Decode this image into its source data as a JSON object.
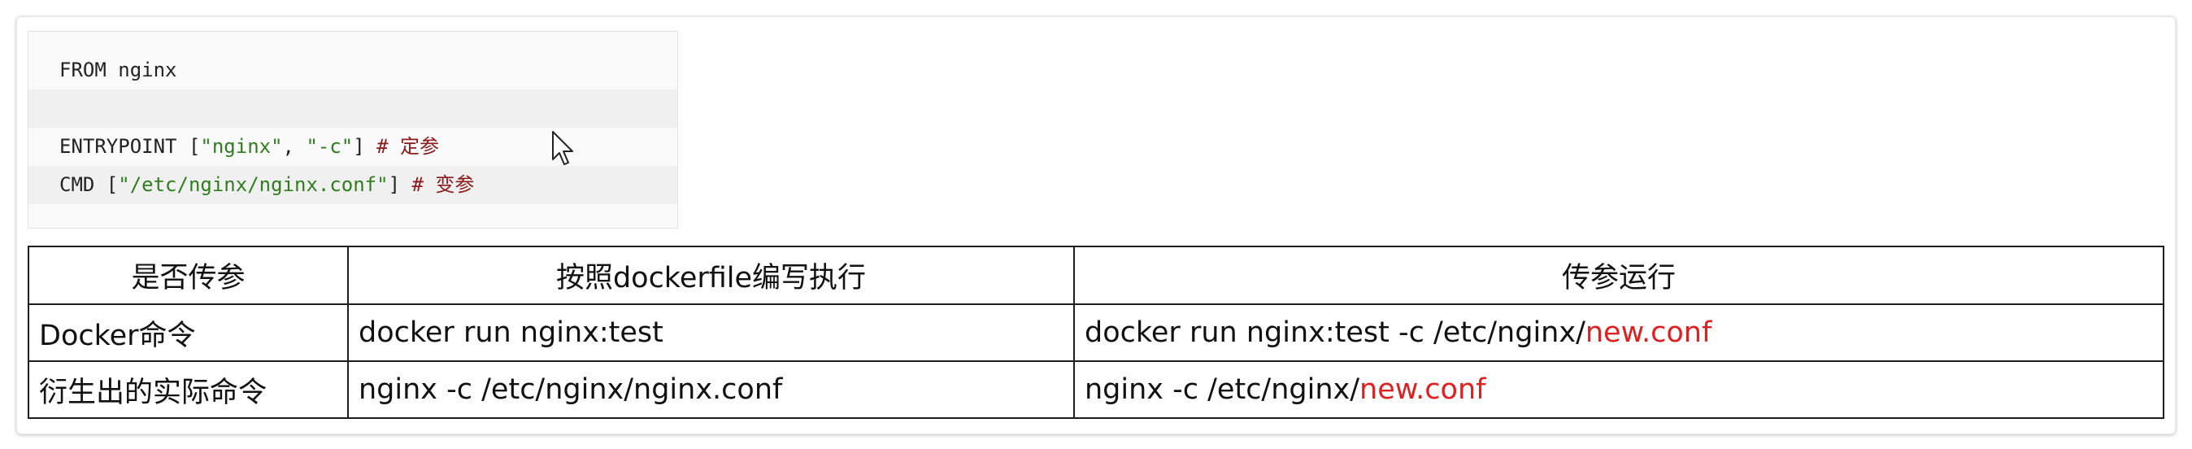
{
  "code": {
    "lines": [
      {
        "plain": "FROM nginx",
        "shaded": false
      },
      {
        "plain": "",
        "shaded": true
      },
      {
        "prefix": "ENTRYPOINT [",
        "s1": "\"nginx\"",
        "mid": ", ",
        "s2": "\"-c\"",
        "suffix": "] ",
        "comment": "# 定参",
        "shaded": false
      },
      {
        "prefix": "CMD [",
        "s1": "\"/etc/nginx/nginx.conf\"",
        "suffix": "] ",
        "comment": "# 变参",
        "shaded": true
      }
    ]
  },
  "table": {
    "headers": [
      "是否传参",
      "按照dockerfile编写执行",
      "传参运行"
    ],
    "rows": [
      {
        "label": "Docker命令",
        "plain": "docker run  nginx:test",
        "param_prefix": "docker run  nginx:test -c /etc/nginx/",
        "param_highlight": "new.conf"
      },
      {
        "label": "衍生出的实际命令",
        "plain": "nginx -c /etc/nginx/nginx.conf",
        "param_prefix": "nginx -c /etc/nginx/",
        "param_highlight": "new.conf"
      }
    ],
    "highlight_color": "#e02020"
  },
  "icons": {
    "cursor": "mouse-pointer-icon"
  }
}
